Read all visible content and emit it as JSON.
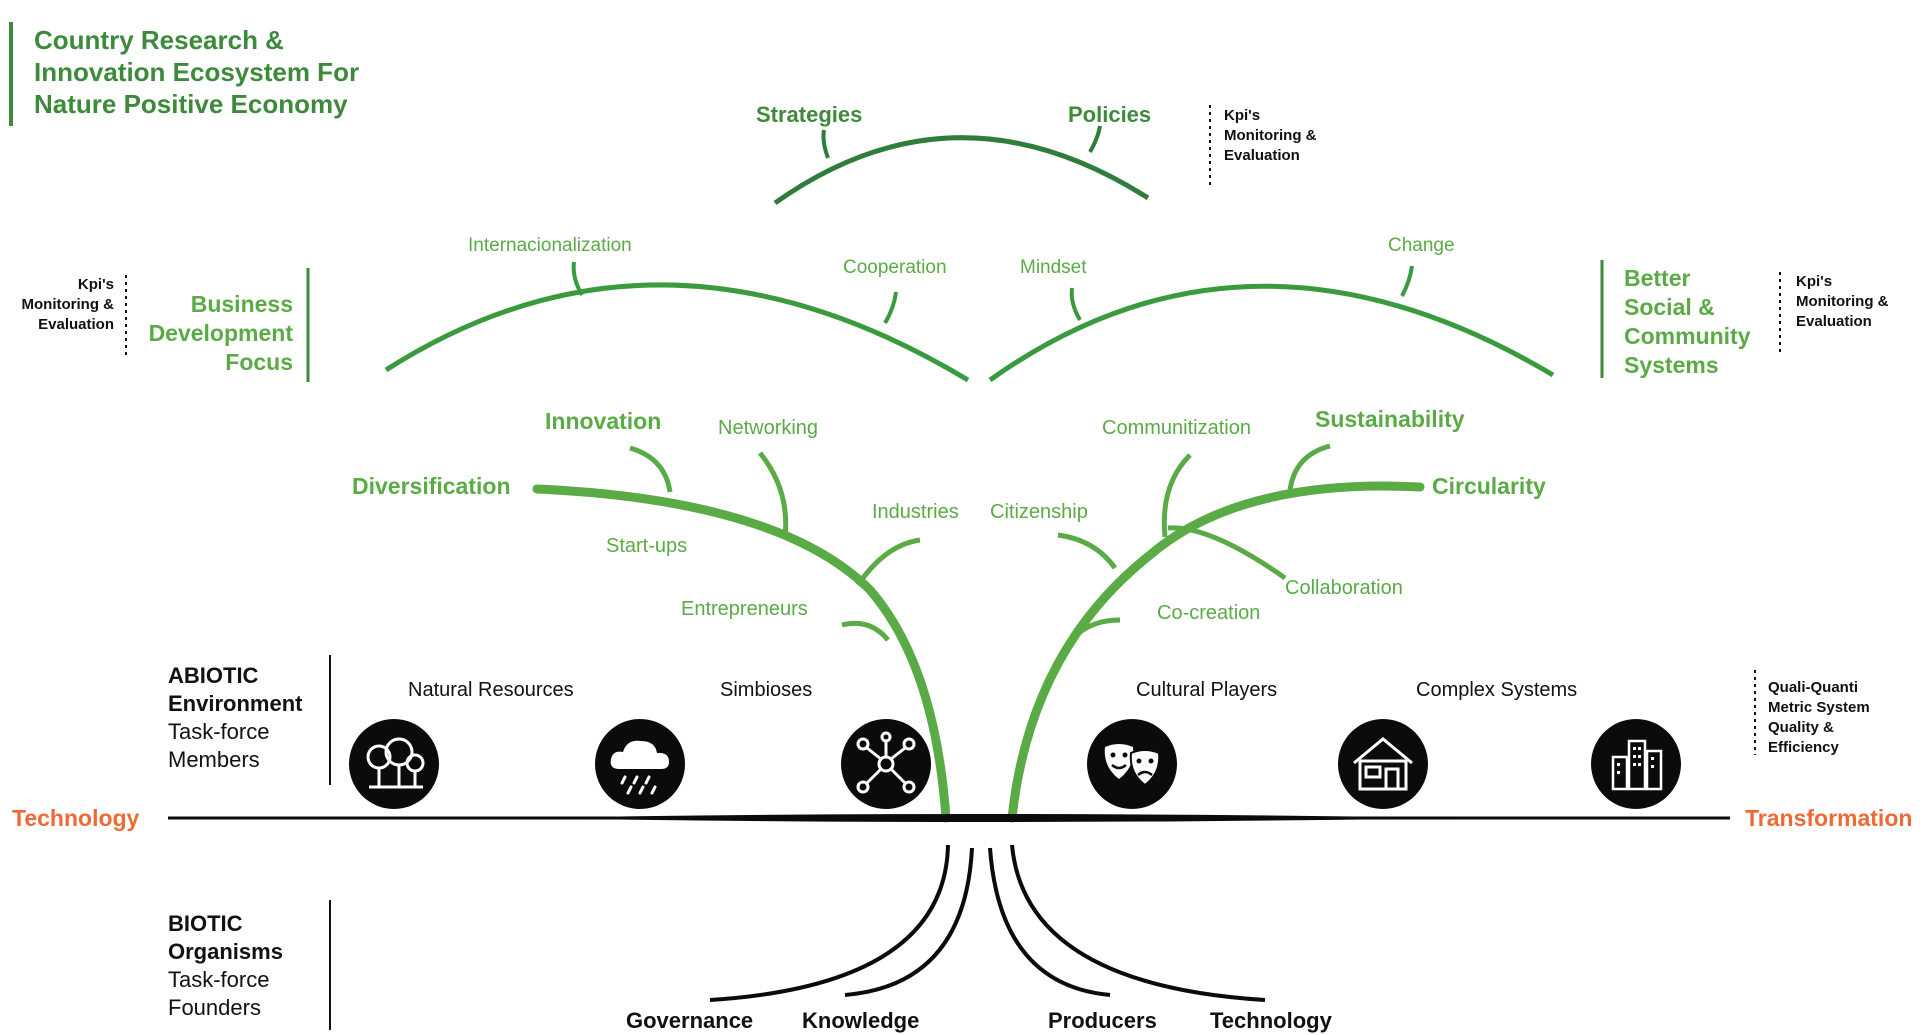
{
  "header": {
    "title_lines": [
      "Country Research &",
      "Innovation Ecosystem For",
      "Nature Positive Economy"
    ]
  },
  "crown": {
    "labels": [
      "Strategies",
      "Policies"
    ],
    "kpi_lines": [
      "Kpi's",
      "Monitoring &",
      "Evaluation"
    ]
  },
  "left_branch": {
    "labels": [
      "Internacionalization",
      "Cooperation"
    ],
    "side_title_lines": [
      "Business",
      "Development",
      "Focus"
    ],
    "kpi_lines": [
      "Kpi's",
      "Monitoring &",
      "Evaluation"
    ]
  },
  "right_branch": {
    "labels": [
      "Mindset",
      "Change"
    ],
    "side_title_lines": [
      "Better",
      "Social &",
      "Community",
      "Systems"
    ],
    "kpi_lines": [
      "Kpi's",
      "Monitoring &",
      "Evaluation"
    ]
  },
  "left_stem_labels": {
    "innovation": "Innovation",
    "networking": "Networking",
    "diversification": "Diversification",
    "startups": "Start-ups",
    "industries": "Industries",
    "entrepreneurs": "Entrepreneurs"
  },
  "right_stem_labels": {
    "communitization": "Communitization",
    "sustainability": "Sustainability",
    "circularity": "Circularity",
    "citizenship": "Citizenship",
    "collaboration": "Collaboration",
    "cocreation": "Co-creation"
  },
  "abiotic": {
    "title_lines": [
      "ABIOTIC",
      "Environment"
    ],
    "sub_lines": [
      "Task-force",
      "Members"
    ],
    "categories": [
      "Natural Resources",
      "Simbioses",
      "Cultural Players",
      "Complex Systems"
    ],
    "icons": [
      "trees-icon",
      "rain-cloud-icon",
      "network-nodes-icon",
      "theater-masks-icon",
      "house-icon",
      "city-buildings-icon"
    ],
    "metric_lines": [
      "Quali-Quanti",
      "Metric System",
      "Quality &",
      "Efficiency"
    ]
  },
  "ground": {
    "left_label": "Technology",
    "right_label": "Transformation"
  },
  "biotic": {
    "title_lines": [
      "BIOTIC",
      "Organisms"
    ],
    "sub_lines": [
      "Task-force",
      "Founders"
    ],
    "roots": [
      "Governance",
      "Knowledge",
      "Producers",
      "Technology"
    ]
  },
  "colors": {
    "green": "#5aab46",
    "dark_green": "#2f7d3a",
    "orange": "#ee6a35",
    "black": "#0b0b0b"
  }
}
